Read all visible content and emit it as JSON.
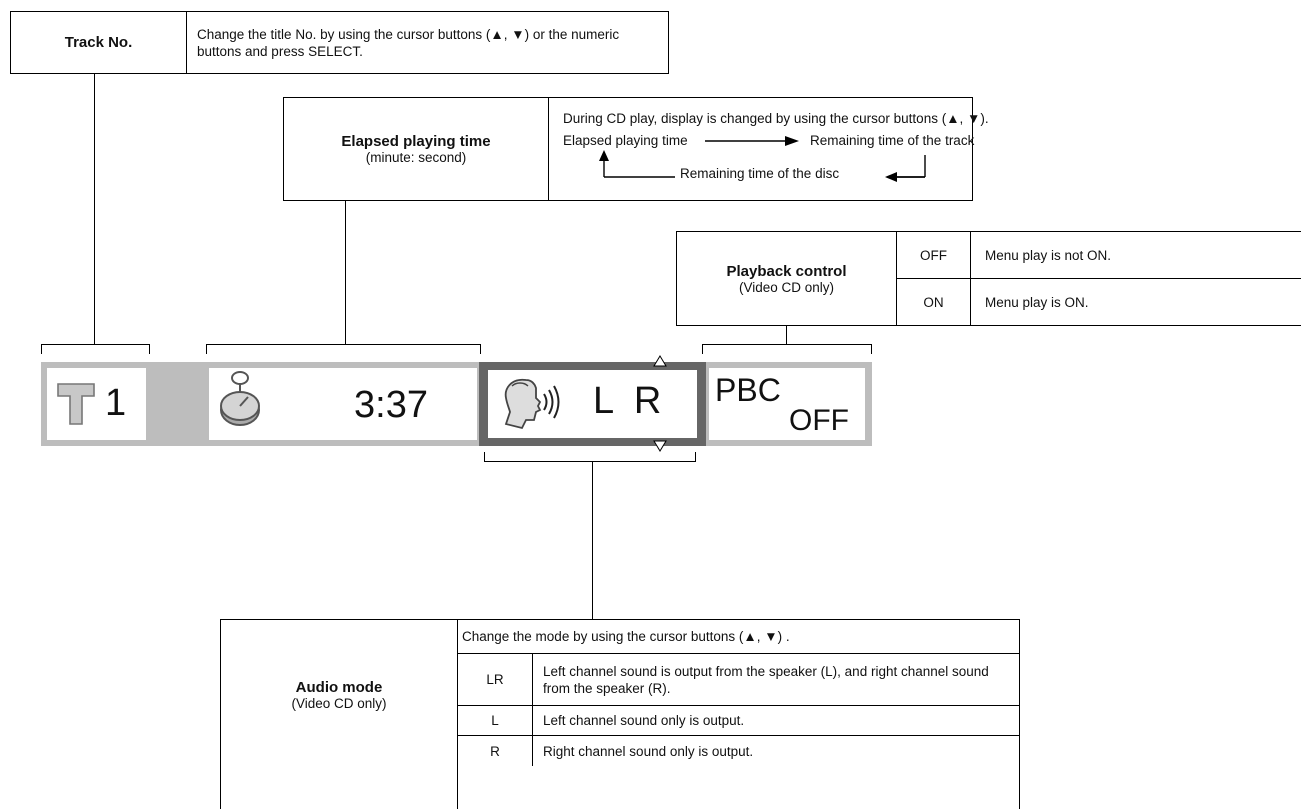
{
  "track": {
    "title": "Track No.",
    "description": "Change the title No. by using the cursor buttons (▲, ▼) or the numeric buttons and press SELECT."
  },
  "elapsed": {
    "title": "Elapsed playing time",
    "subtitle": "(minute: second)",
    "description": "During CD play, display is changed by using the cursor buttons (▲, ▼).",
    "cycle": {
      "item1": "Elapsed playing time",
      "item2": "Remaining time of the track",
      "item3": "Remaining time of the disc"
    }
  },
  "pbc": {
    "title": "Playback control",
    "subtitle": "(Video CD only)",
    "rows": [
      {
        "code": "OFF",
        "text": "Menu play is not ON."
      },
      {
        "code": "ON",
        "text": "Menu play is ON."
      }
    ]
  },
  "osd": {
    "track_value": "1",
    "time_value": "3:37",
    "audio_value": "L  R",
    "pbc_label": "PBC",
    "pbc_state": "OFF"
  },
  "audio": {
    "title": "Audio mode",
    "subtitle": "(Video CD only)",
    "header": "Change the mode by using the cursor buttons (▲, ▼) .",
    "rows": [
      {
        "code": "LR",
        "text": "Left channel sound is output from the speaker (L), and right channel sound from the speaker (R)."
      },
      {
        "code": "L",
        "text": "Left channel sound only is output."
      },
      {
        "code": "R",
        "text": "Right channel sound only is output."
      }
    ]
  }
}
